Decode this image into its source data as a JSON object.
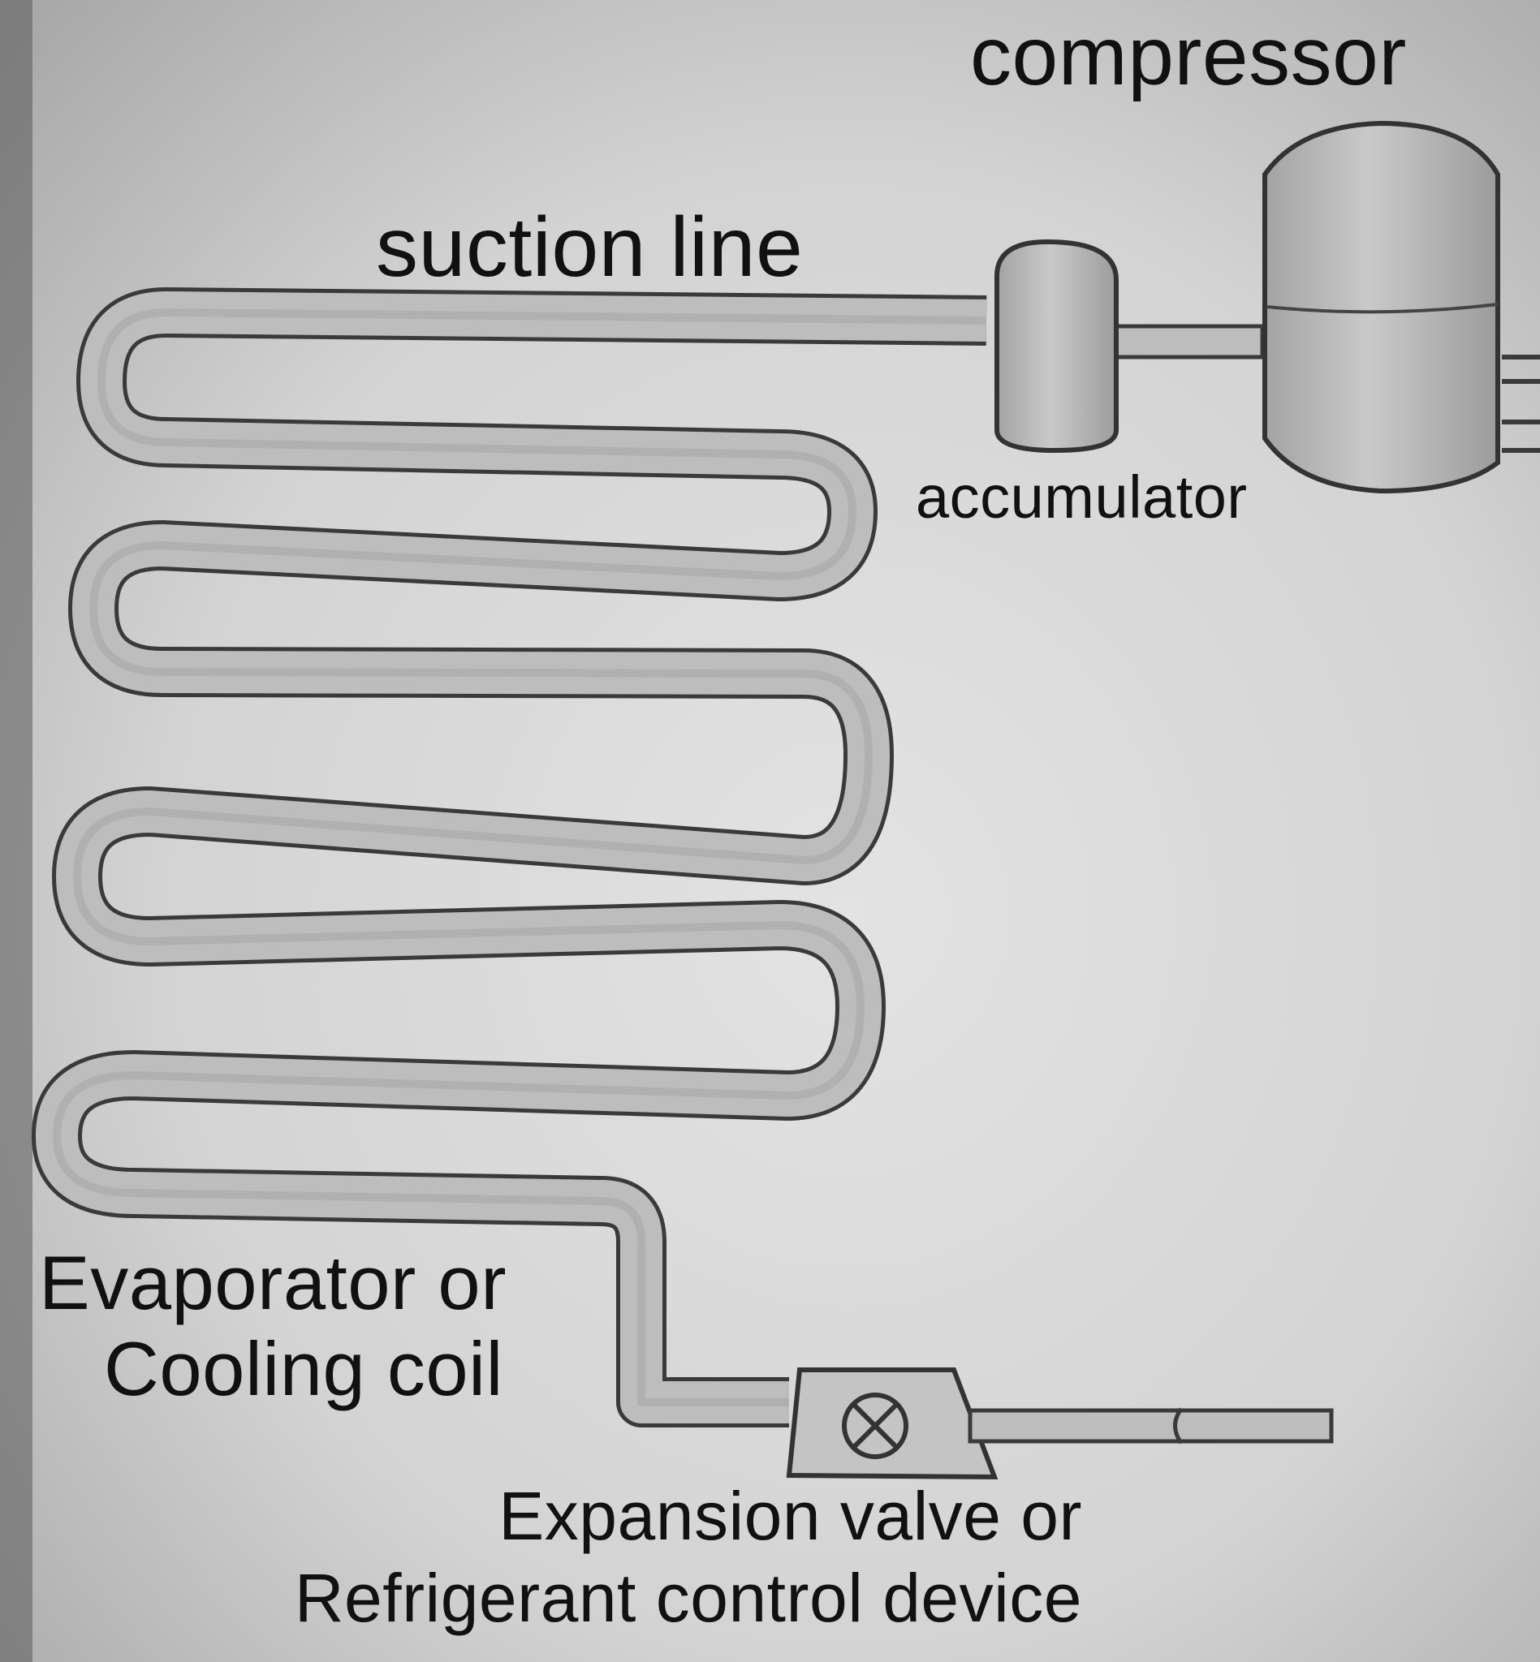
{
  "labels": {
    "compressor": "compressor",
    "suction_line": "suction line",
    "accumulator": "accumulator",
    "evaporator_line1": "Evaporator or",
    "evaporator_line2": "Cooling coil",
    "expansion_line1": "Expansion valve or",
    "expansion_line2": "Refrigerant control device"
  },
  "colors": {
    "paper": "#d8d8d8",
    "pencil": "#3a3a3a",
    "tube_fill": "#b9b9b9",
    "text": "#111111"
  }
}
